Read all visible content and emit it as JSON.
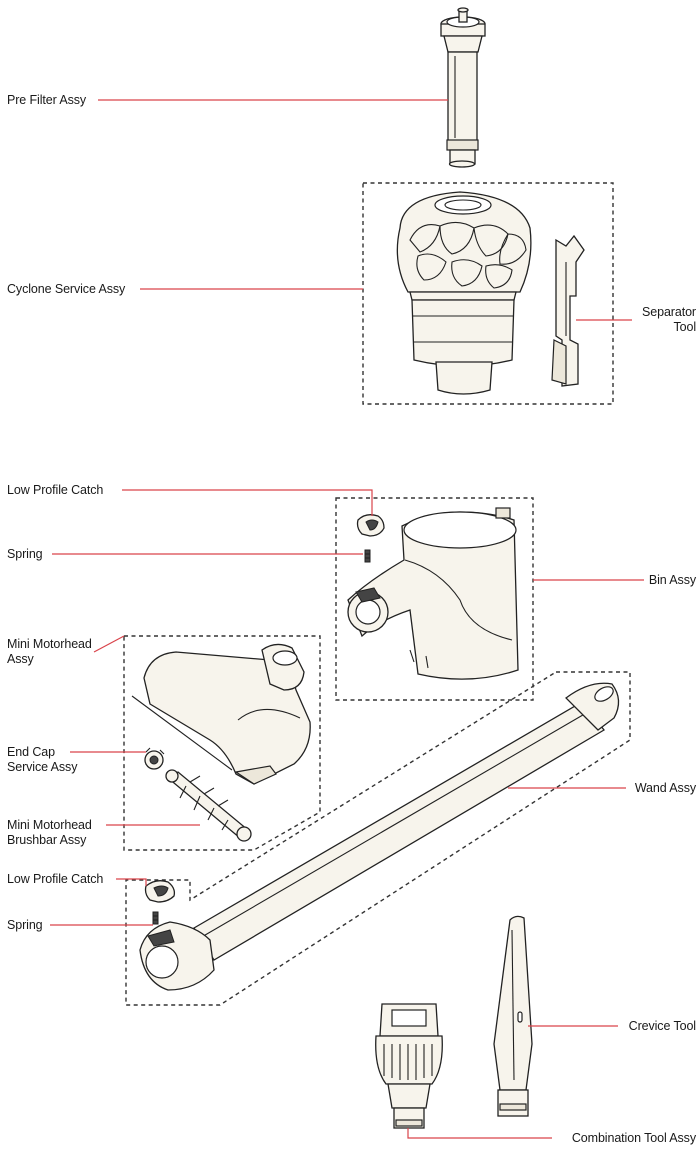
{
  "labels": {
    "pre_filter": "Pre Filter Assy",
    "cyclone": "Cyclone Service Assy",
    "separator_line1": "Separator",
    "separator_line2": "Tool",
    "low_profile_catch_top": "Low Profile Catch",
    "spring_top": "Spring",
    "bin": "Bin Assy",
    "mini_motorhead_line1": "Mini Motorhead",
    "mini_motorhead_line2": "Assy",
    "end_cap_line1": "End Cap",
    "end_cap_line2": "Service Assy",
    "brushbar_line1": "Mini Motorhead",
    "brushbar_line2": "Brushbar Assy",
    "wand": "Wand Assy",
    "low_profile_catch_bottom": "Low Profile Catch",
    "spring_bottom": "Spring",
    "crevice": "Crevice Tool",
    "combination": "Combination Tool Assy"
  },
  "colors": {
    "leader": "#d9434a",
    "outline": "#222222",
    "fill": "#f7f4ec",
    "dash": "#333333"
  }
}
